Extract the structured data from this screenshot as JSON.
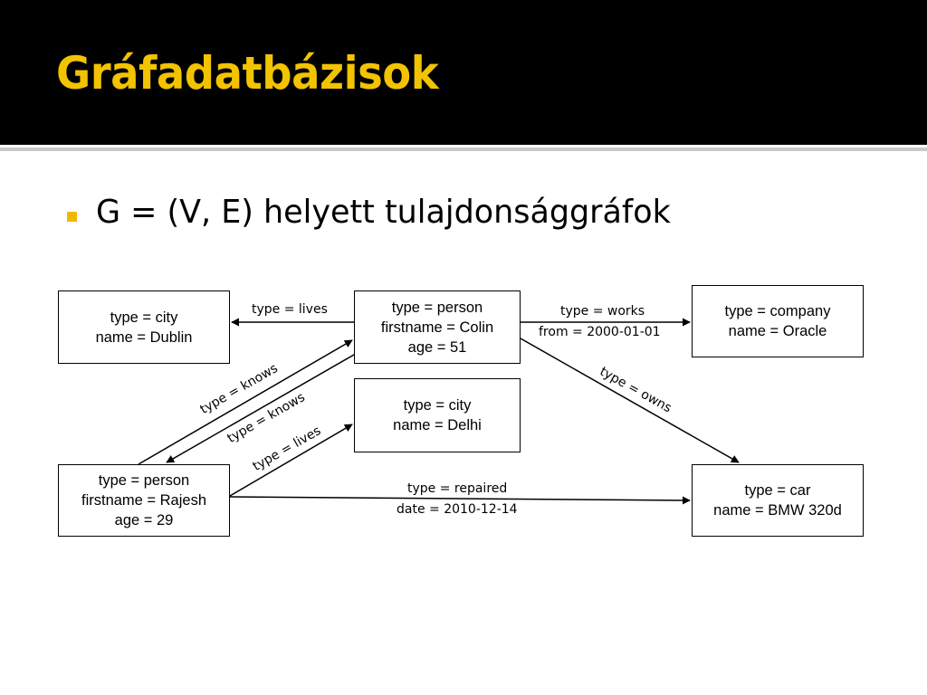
{
  "slide": {
    "title": "Gráfadatbázisok",
    "bullet": "G = (V, E) helyett tulajdonsággráfok",
    "accent_color": "#f2c300",
    "bullet_color": "#f2b800",
    "background_title": "#000000"
  },
  "nodes": {
    "dublin": {
      "lines": [
        "type = city",
        "name = Dublin"
      ]
    },
    "colin": {
      "lines": [
        "type = person",
        "firstname = Colin",
        "age = 51"
      ]
    },
    "oracle": {
      "lines": [
        "type = company",
        "name = Oracle"
      ]
    },
    "delhi": {
      "lines": [
        "type = city",
        "name = Delhi"
      ]
    },
    "rajesh": {
      "lines": [
        "type = person",
        "firstname = Rajesh",
        "age = 29"
      ]
    },
    "bmw": {
      "lines": [
        "type = car",
        "name = BMW 320d"
      ]
    }
  },
  "edges": {
    "colin_lives": "type = lives",
    "colin_works": "type = works",
    "colin_works_from": "from = 2000-01-01",
    "colin_owns": "type = owns",
    "rajesh_knows_colin": "type = knows",
    "colin_knows_rajesh": "type = knows",
    "rajesh_lives": "type = lives",
    "rajesh_repaired": "type = repaired",
    "rajesh_repaired_date": "date = 2010-12-14"
  }
}
